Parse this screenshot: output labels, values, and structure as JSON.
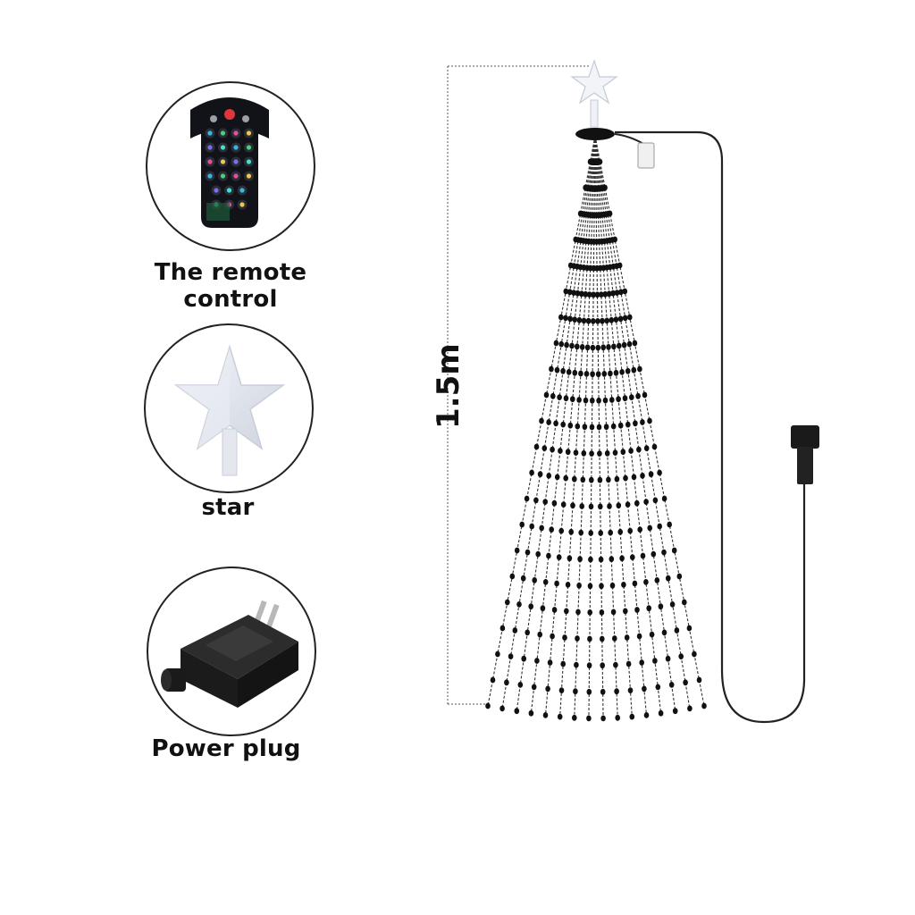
{
  "items": [
    {
      "id": "remote",
      "label": "The remote control"
    },
    {
      "id": "star",
      "label": "star"
    },
    {
      "id": "plug",
      "label": "Power plug"
    }
  ],
  "product": {
    "height_label": "1.5m"
  },
  "colors": {
    "outline": "#222222",
    "text": "#111111",
    "remote_body": "#111318",
    "remote_red": "#e0353b",
    "light_dot": "#111111",
    "wire": "#222222"
  },
  "icons": [
    "remote-control-icon",
    "star-topper-icon",
    "power-adapter-icon"
  ]
}
